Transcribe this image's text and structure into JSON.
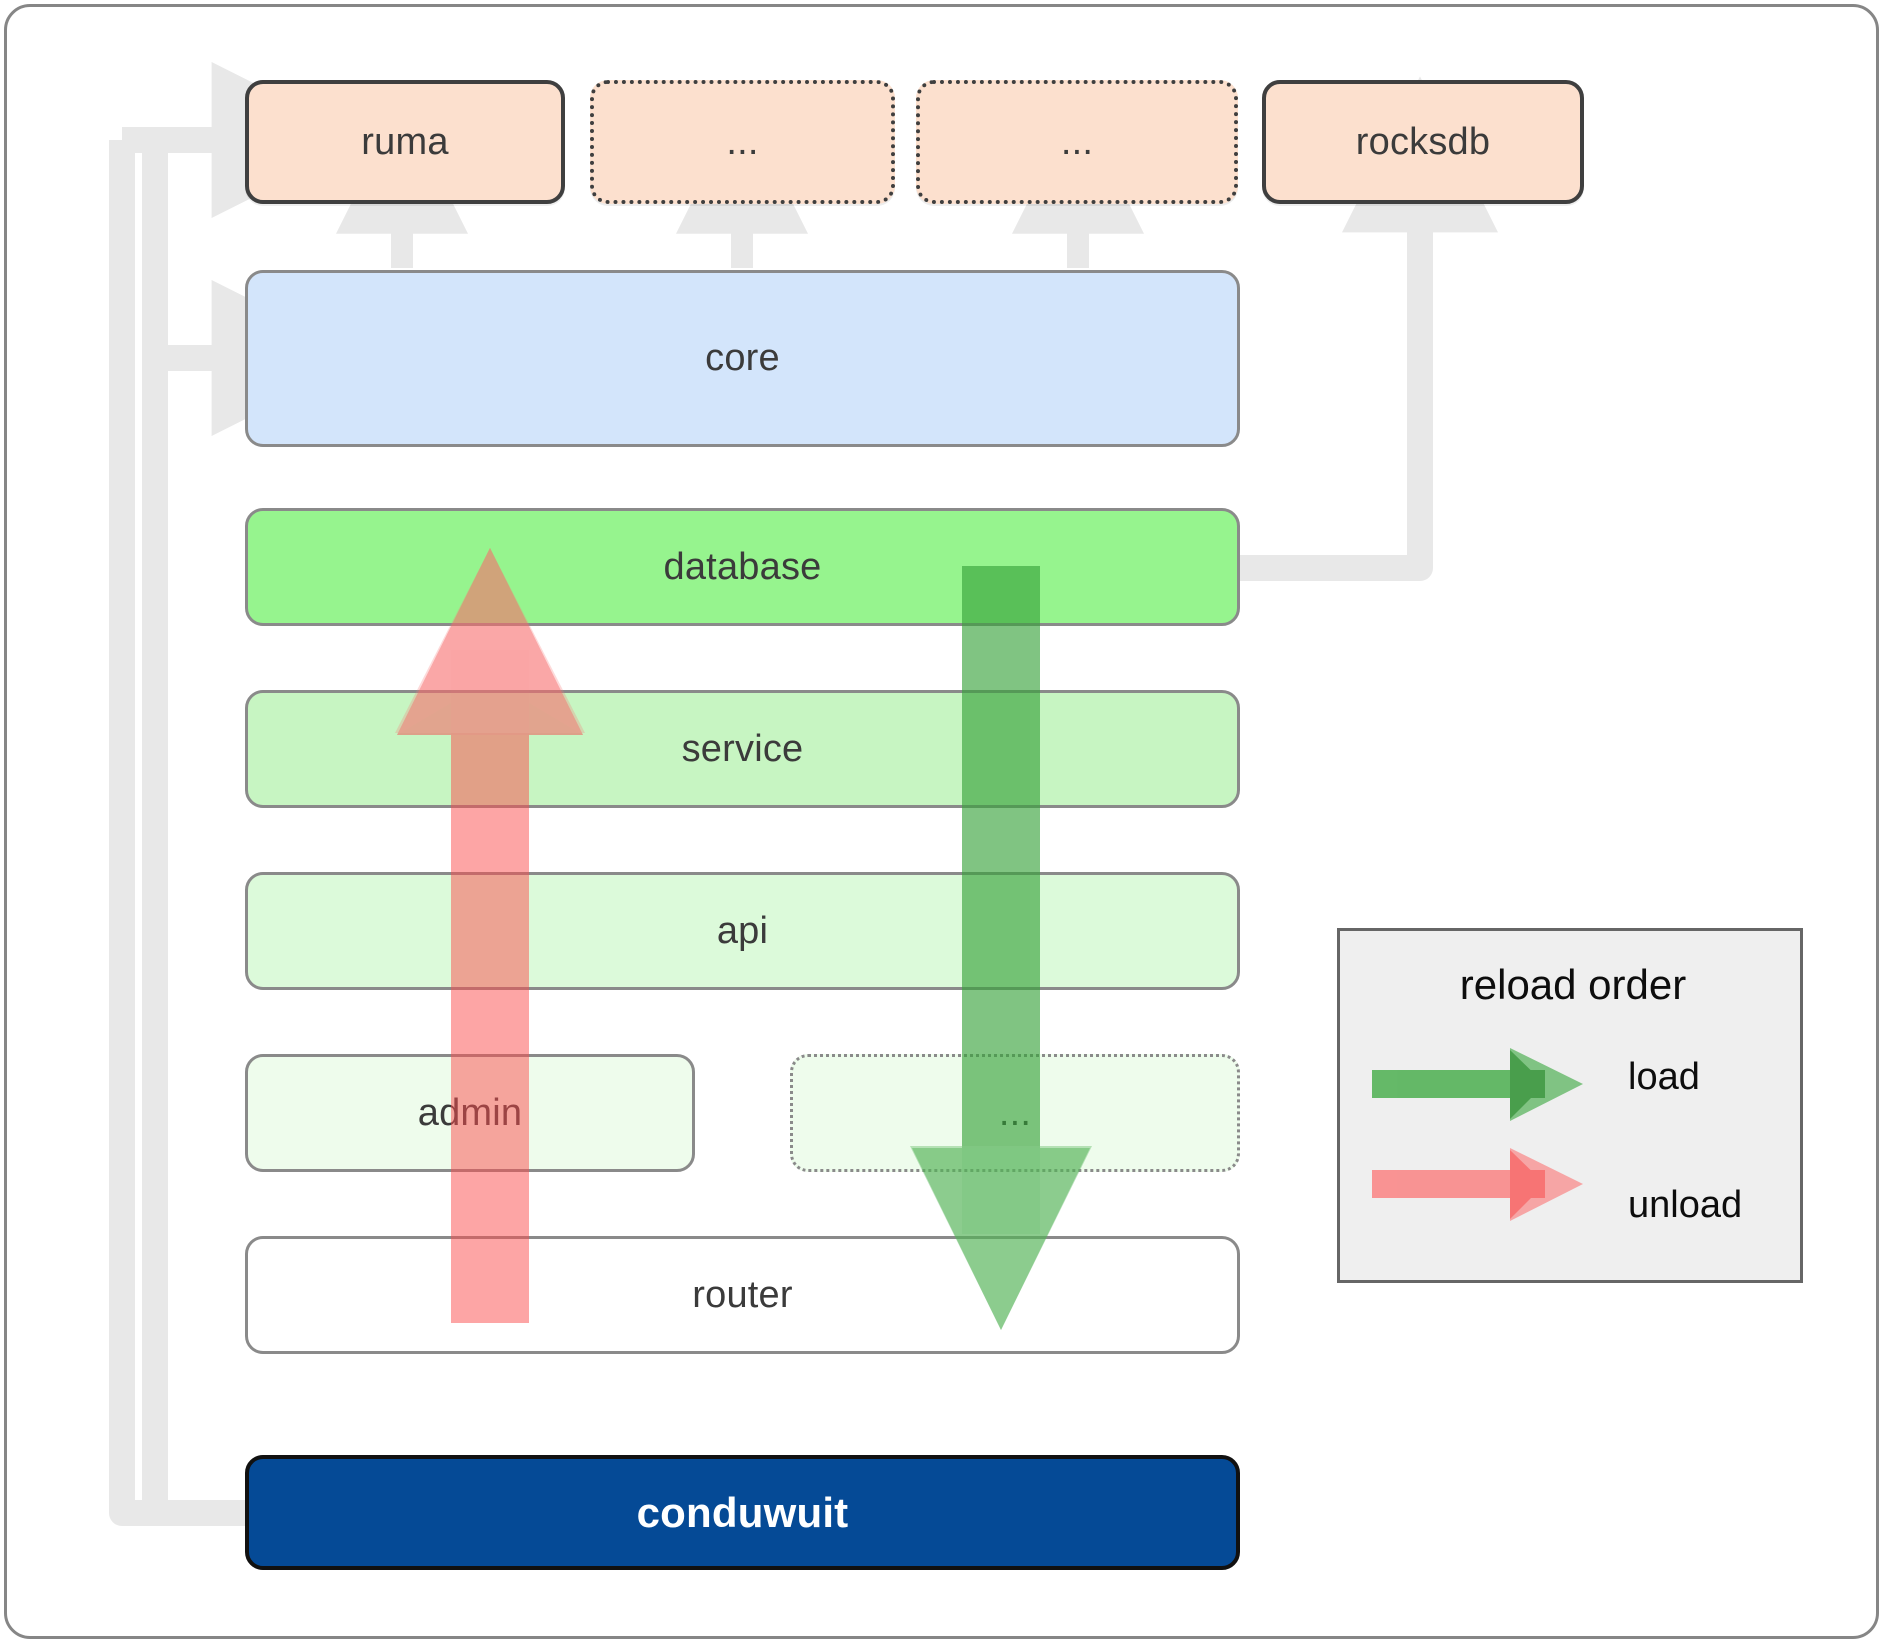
{
  "diagram": {
    "title": "conduwuit crate architecture / reload order",
    "dependencies": [
      {
        "id": "ruma",
        "label": "ruma",
        "style": "solid"
      },
      {
        "id": "dep2",
        "label": "...",
        "style": "dotted"
      },
      {
        "id": "dep3",
        "label": "...",
        "style": "dotted"
      },
      {
        "id": "rocksdb",
        "label": "rocksdb",
        "style": "solid"
      }
    ],
    "layers": [
      {
        "id": "core",
        "label": "core",
        "color": "#d3e5fb",
        "style": "solid"
      },
      {
        "id": "database",
        "label": "database",
        "color": "#96f48e",
        "style": "solid"
      },
      {
        "id": "service",
        "label": "service",
        "color": "#c7f5c2",
        "style": "solid"
      },
      {
        "id": "api",
        "label": "api",
        "color": "#dcfada",
        "style": "solid"
      },
      {
        "id": "admin",
        "label": "admin",
        "color": "#eefcec",
        "style": "solid"
      },
      {
        "id": "dots",
        "label": "...",
        "color": "#eefcec",
        "style": "dotted"
      },
      {
        "id": "router",
        "label": "router",
        "color": "#ffffff",
        "style": "solid"
      }
    ],
    "binary": {
      "id": "conduwuit",
      "label": "conduwuit",
      "color": "#054a96"
    },
    "legend": {
      "title": "reload order",
      "entries": [
        {
          "id": "load",
          "label": "load",
          "color": "#4caf50"
        },
        {
          "id": "unload",
          "label": "unload",
          "color": "#fa8383"
        }
      ]
    },
    "flows": {
      "load_direction": "down",
      "unload_direction": "up",
      "load_color": "#4caf50",
      "unload_color": "#fa8383",
      "connector_color": "#e8e8e8"
    }
  }
}
